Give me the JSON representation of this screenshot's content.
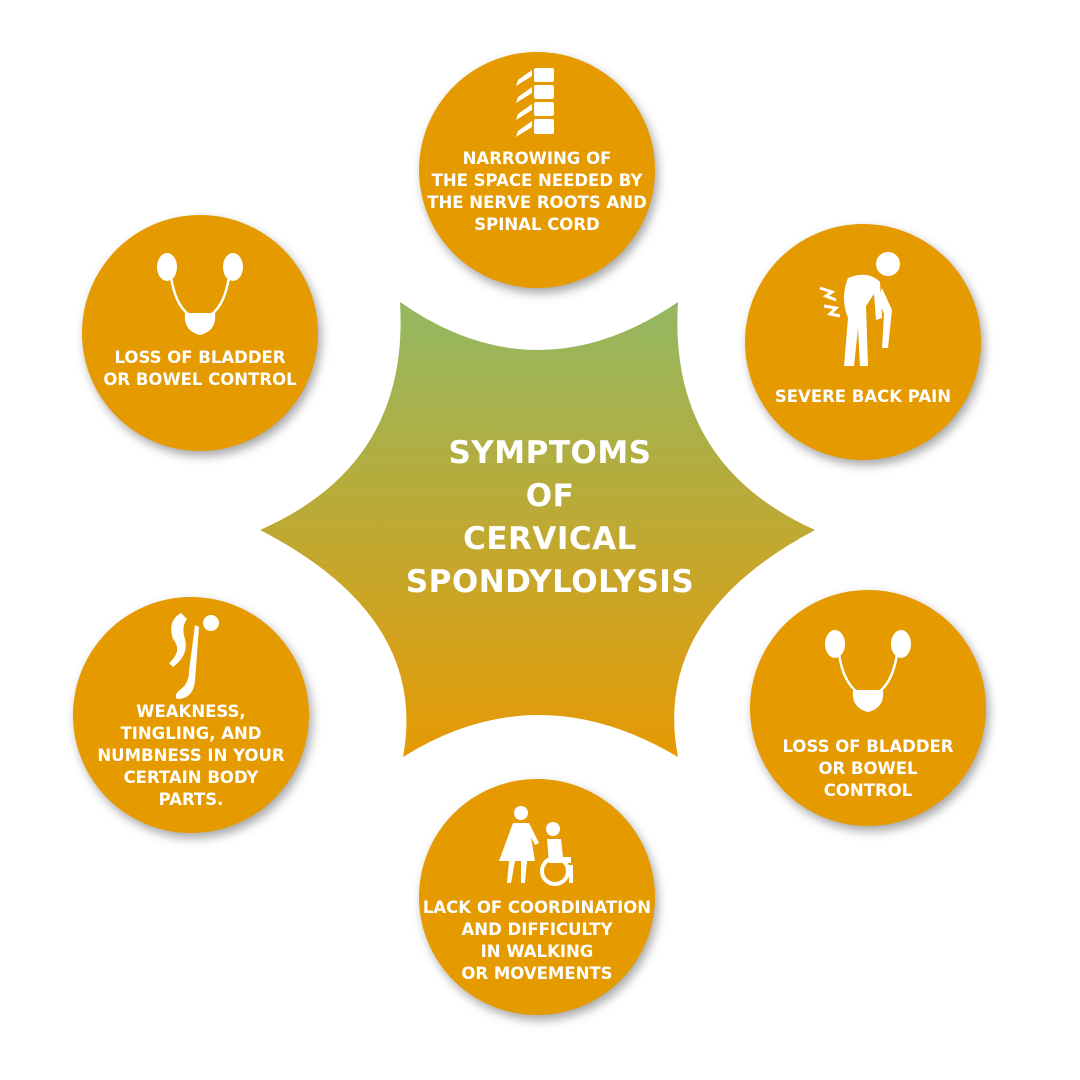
{
  "title": {
    "lines": [
      "SYMPTOMS",
      "OF",
      "CERVICAL",
      "SPONDYLOLYSIS"
    ]
  },
  "colors": {
    "circle": "#e59a00",
    "gradient_top": "#93b862",
    "gradient_bottom": "#e69a04",
    "text": "#ffffff"
  },
  "symptoms": [
    {
      "icon": "spine-icon",
      "lines": [
        "NARROWING OF",
        "THE SPACE NEEDED BY",
        "THE NERVE ROOTS AND",
        "SPINAL CORD"
      ]
    },
    {
      "icon": "back-pain-icon",
      "lines": [
        "SEVERE BACK PAIN"
      ]
    },
    {
      "icon": "urinary-system-icon",
      "lines": [
        "LOSS OF BLADDER",
        "OR BOWEL",
        "CONTROL"
      ]
    },
    {
      "icon": "caregiver-wheelchair-icon",
      "lines": [
        "LACK OF COORDINATION",
        "AND DIFFICULTY",
        "IN WALKING",
        "OR MOVEMENTS"
      ]
    },
    {
      "icon": "nerve-icon",
      "lines": [
        "WEAKNESS,",
        "TINGLING, AND",
        "NUMBNESS IN YOUR",
        "CERTAIN BODY",
        "PARTS."
      ]
    },
    {
      "icon": "urinary-system-icon",
      "lines": [
        "LOSS OF BLADDER",
        "OR BOWEL CONTROL"
      ]
    }
  ]
}
